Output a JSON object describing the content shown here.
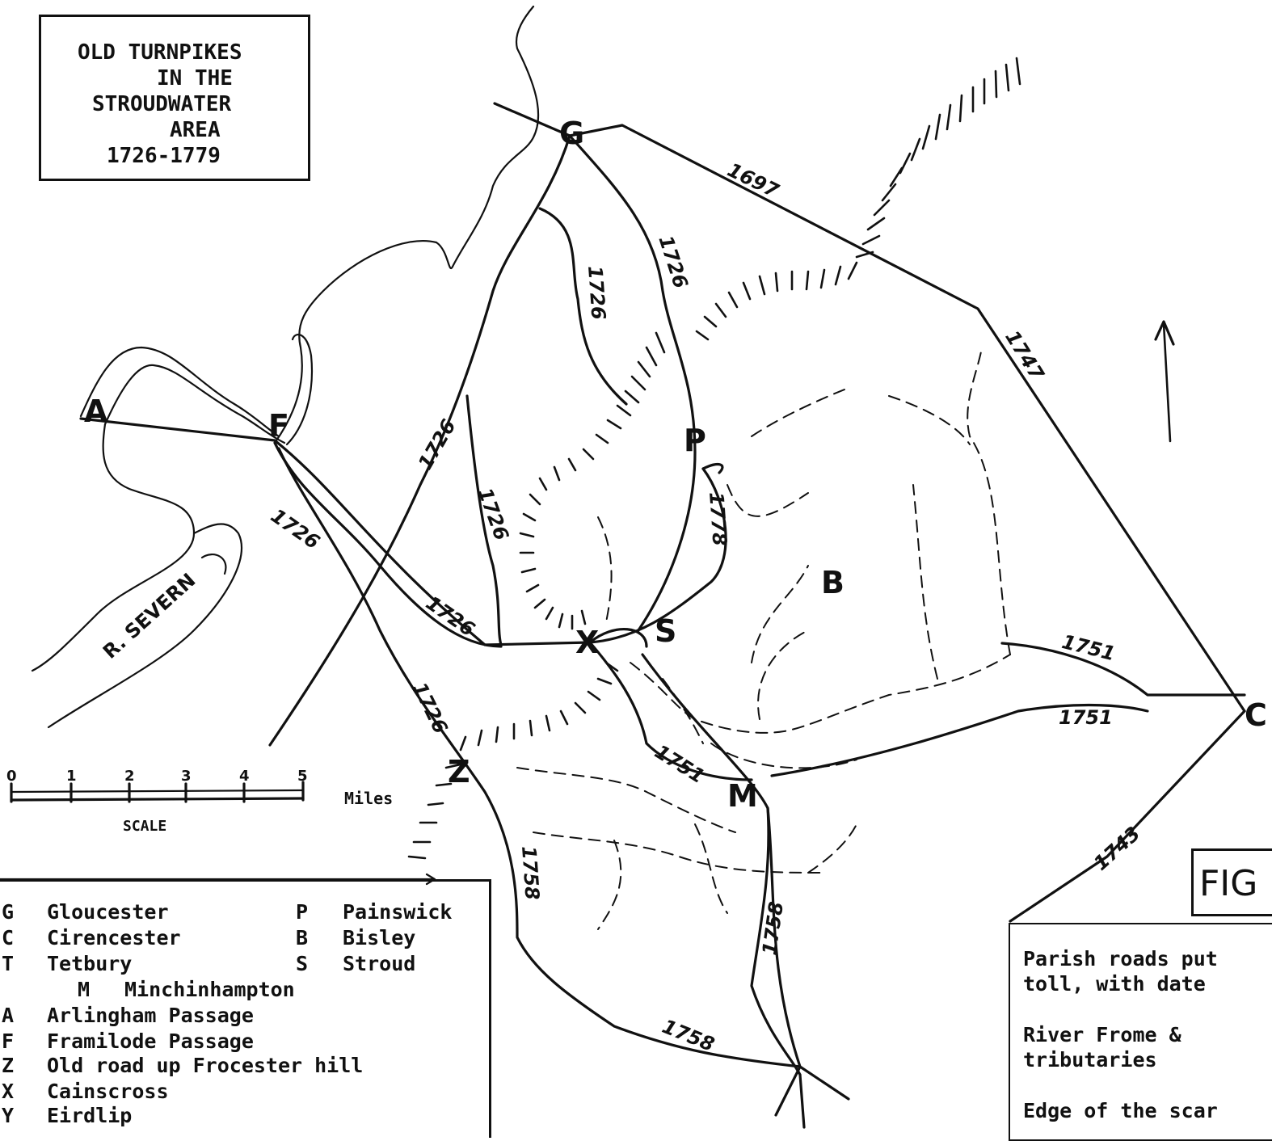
{
  "title": {
    "lines": [
      "OLD TURNPIKES",
      "IN THE",
      "STROUDWATER",
      "AREA",
      "1726-1779"
    ]
  },
  "places": {
    "gloucester": "G",
    "painswick": "P",
    "bisley": "B",
    "stroud": "S",
    "cainscross": "X",
    "arlingham": "A",
    "framilode": "F",
    "frocester": "Z",
    "minchinhampton": "M",
    "cirencester": "C"
  },
  "road_dates": {
    "glos_ciren": "1697",
    "ciren_north": "1747",
    "glos_painswick": "1726",
    "glos_inner": "1726",
    "glos_cainscross_inner": "1726",
    "glos_frocester": "1726",
    "arlingham_road": "1726",
    "framilode_road": "1726",
    "frocester_road": "1726",
    "painswick_stroud": "1778",
    "stroud_bisley_a": "1751",
    "stroud_bisley_b": "1751",
    "stroud_minch": "1751",
    "south_a": "1758",
    "south_b": "1758",
    "south_c": "1758",
    "tetbury_ciren": "1743"
  },
  "river_name": "R. SEVERN",
  "scale": {
    "ticks": [
      "0",
      "1",
      "2",
      "3",
      "4",
      "5"
    ],
    "unit": "Miles",
    "title": "SCALE"
  },
  "key": [
    {
      "code": "G",
      "name": "Gloucester"
    },
    {
      "code": "C",
      "name": "Cirencester"
    },
    {
      "code": "T",
      "name": "Tetbury"
    },
    {
      "code": "M",
      "name": "Minchinhampton"
    },
    {
      "code": "A",
      "name": "Arlingham Passage"
    },
    {
      "code": "F",
      "name": "Framilode Passage"
    },
    {
      "code": "Z",
      "name": "Old road up Frocester hill"
    },
    {
      "code": "X",
      "name": "Cainscross"
    },
    {
      "code": "Y",
      "name": "Eirdlip"
    }
  ],
  "key_right": [
    {
      "code": "P",
      "name": "Painswick"
    },
    {
      "code": "B",
      "name": "Bisley"
    },
    {
      "code": "S",
      "name": "Stroud"
    }
  ],
  "figure_label": "FIG",
  "legend": {
    "roads": "Parish roads put\ntoll, with date",
    "rivers": "River Frome &\ntributaries",
    "scarp": "Edge of the scar"
  }
}
